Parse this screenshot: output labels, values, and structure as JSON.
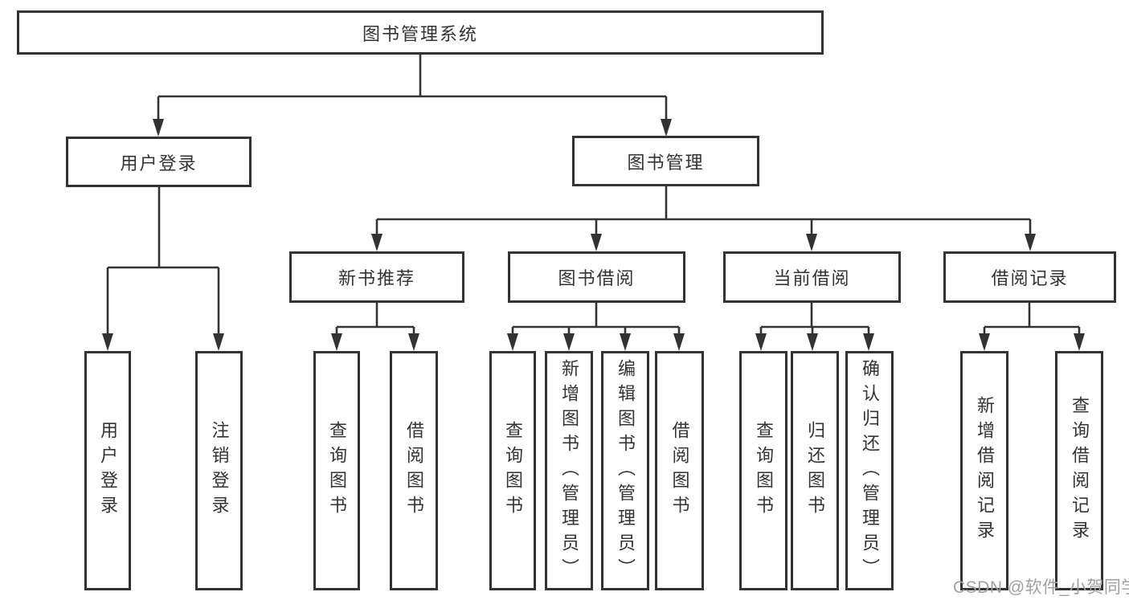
{
  "tree": {
    "root": {
      "label": "图书管理系统"
    },
    "branches": [
      {
        "label": "用户登录",
        "children": [
          {
            "label": "用户登录"
          },
          {
            "label": "注销登录"
          }
        ]
      },
      {
        "label": "图书管理",
        "children": [
          {
            "label": "新书推荐",
            "children": [
              {
                "label": "查询图书"
              },
              {
                "label": "借阅图书"
              }
            ]
          },
          {
            "label": "图书借阅",
            "children": [
              {
                "label": "查询图书"
              },
              {
                "label": "新增图书（管理员）"
              },
              {
                "label": "编辑图书（管理员）"
              },
              {
                "label": "借阅图书"
              }
            ]
          },
          {
            "label": "当前借阅",
            "children": [
              {
                "label": "查询图书"
              },
              {
                "label": "归还图书"
              },
              {
                "label": "确认归还（管理员）"
              }
            ]
          },
          {
            "label": "借阅记录",
            "children": [
              {
                "label": "新增借阅记录"
              },
              {
                "label": "查询借阅记录"
              }
            ]
          }
        ]
      }
    ]
  },
  "watermark": {
    "text": "CSDN @软件_小贺同学"
  },
  "colors": {
    "line": "#333333",
    "text": "#333333",
    "box_fill": "#ffffff",
    "watermark": "#a0a0a2",
    "background": "#ffffff"
  }
}
